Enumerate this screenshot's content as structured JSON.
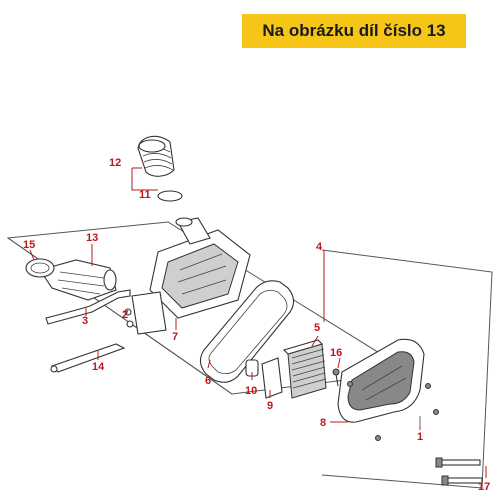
{
  "header": {
    "title": "Na obrázku díl číslo 13"
  },
  "callouts": [
    {
      "id": "c1",
      "label": "1"
    },
    {
      "id": "c2",
      "label": "2"
    },
    {
      "id": "c3",
      "label": "3"
    },
    {
      "id": "c4",
      "label": "4"
    },
    {
      "id": "c5",
      "label": "5"
    },
    {
      "id": "c6",
      "label": "6"
    },
    {
      "id": "c7",
      "label": "7"
    },
    {
      "id": "c8",
      "label": "8"
    },
    {
      "id": "c9",
      "label": "9"
    },
    {
      "id": "c10",
      "label": "10"
    },
    {
      "id": "c11",
      "label": "11"
    },
    {
      "id": "c12",
      "label": "12"
    },
    {
      "id": "c13",
      "label": "13"
    },
    {
      "id": "c14",
      "label": "14"
    },
    {
      "id": "c15",
      "label": "15"
    },
    {
      "id": "c16",
      "label": "16"
    },
    {
      "id": "c17",
      "label": "17"
    }
  ],
  "colors": {
    "callout": "#c0171c",
    "badge": "#f5c518",
    "badge_text": "#1a1a1a"
  }
}
